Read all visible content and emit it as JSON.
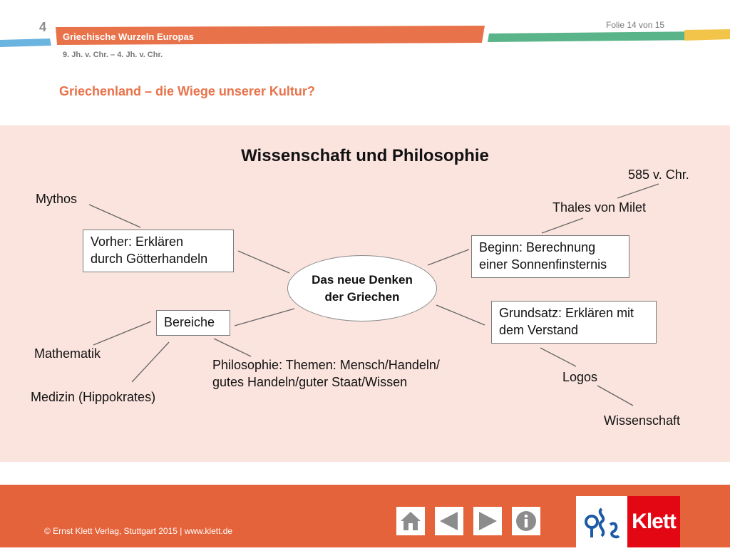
{
  "header": {
    "chapter_number": "4",
    "chapter_title": "Griechische Wurzeln Europas",
    "period": "9. Jh. v. Chr. – 4. Jh. v. Chr.",
    "slide_counter": "Folie 14 von  15",
    "slide_title": "Griechenland – die Wiege unserer Kultur?"
  },
  "diagram": {
    "title": "Wissenschaft und Philosophie",
    "center": {
      "line1": "Das neue Denken",
      "line2": "der Griechen"
    },
    "nodes": {
      "mythos": "Mythos",
      "vorher_line1": "Vorher: Erklären",
      "vorher_line2": "durch Götterhandeln",
      "bereiche": "Bereiche",
      "mathematik": "Mathematik",
      "medizin": "Medizin (Hippokrates)",
      "philosophie_line1": "Philosophie: Themen: Mensch/Handeln/",
      "philosophie_line2": "gutes Handeln/guter Staat/Wissen",
      "date": "585 v. Chr.",
      "thales": "Thales von Milet",
      "beginn_line1": "Beginn: Berechnung",
      "beginn_line2": "einer Sonnenfinsternis",
      "grundsatz_line1": "Grundsatz: Erklären mit",
      "grundsatz_line2": "dem Verstand",
      "logos": "Logos",
      "wissenschaft": "Wissenschaft"
    }
  },
  "footer": {
    "copyright": "© Ernst Klett Verlag, Stuttgart 2015 | www.klett.de",
    "logo_text": "Klett",
    "nav_icons": [
      "home-icon",
      "previous-icon",
      "next-icon",
      "info-icon"
    ]
  },
  "colors": {
    "accent_orange": "#e8724a",
    "footer_orange": "#e5633a",
    "panel_pink": "#fbe4de",
    "klett_red": "#e30613",
    "green_band": "#5ab48a",
    "blue_band": "#6cb4e0",
    "yellow_band": "#f2c54a"
  }
}
